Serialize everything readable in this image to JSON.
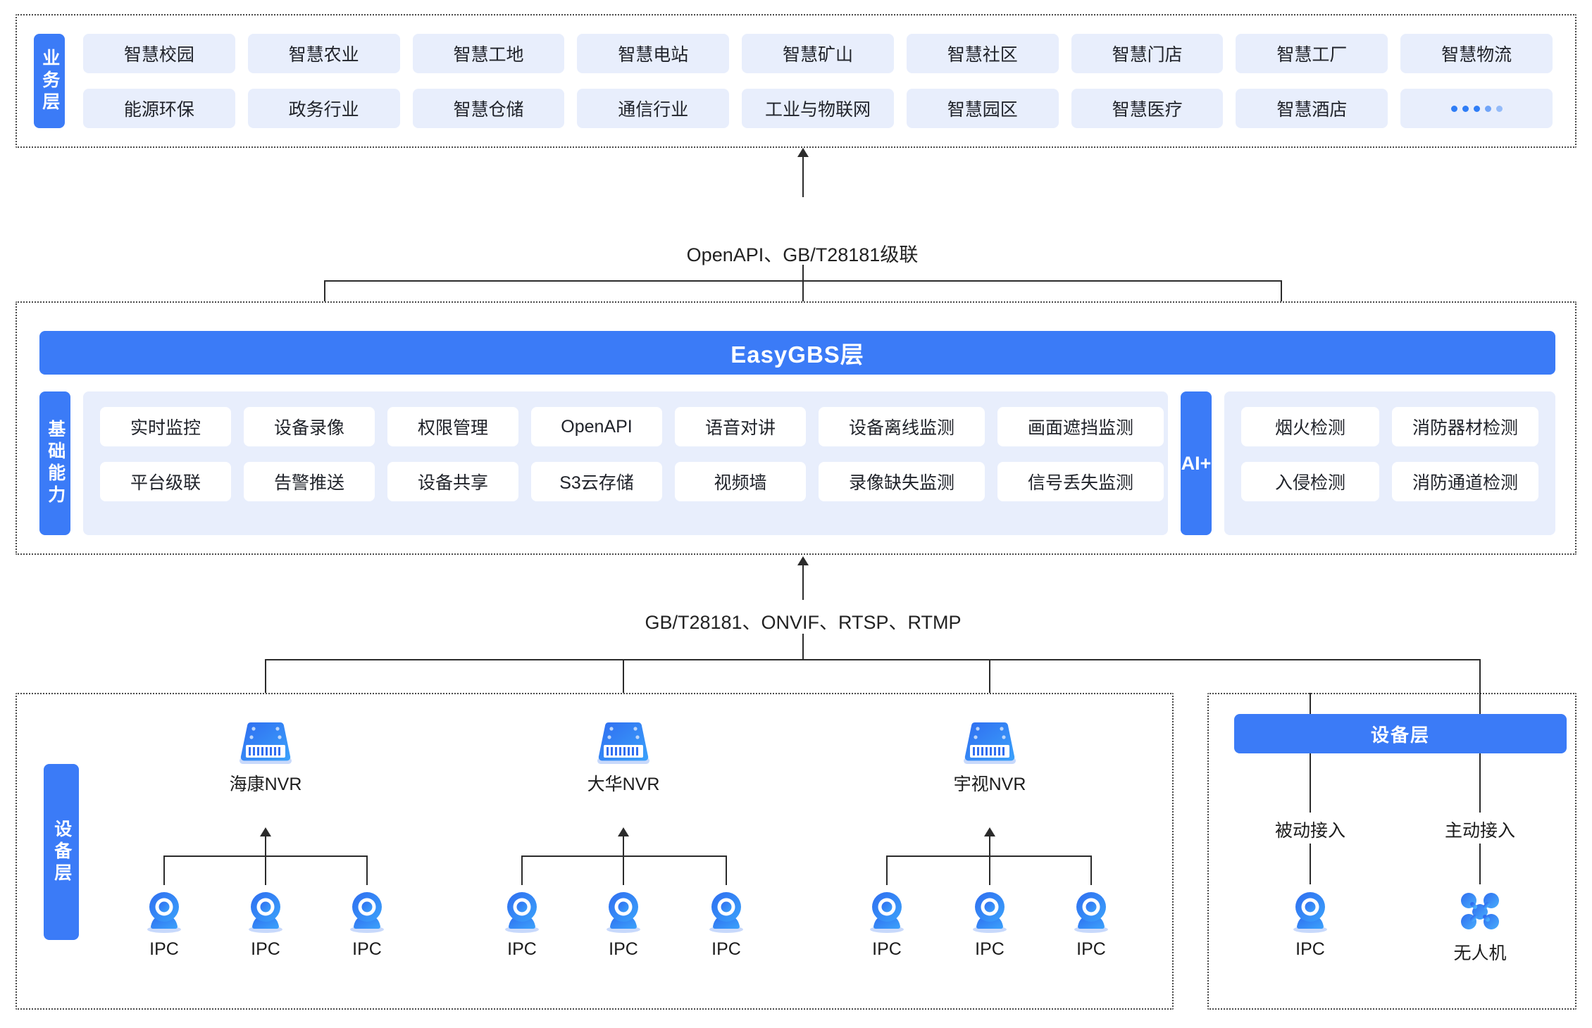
{
  "business_layer": {
    "side_label": "业务层",
    "row1": [
      "智慧校园",
      "智慧农业",
      "智慧工地",
      "智慧电站",
      "智慧矿山",
      "智慧社区",
      "智慧门店",
      "智慧工厂",
      "智慧物流"
    ],
    "row2": [
      "能源环保",
      "政务行业",
      "智慧仓储",
      "通信行业",
      "工业与物联网",
      "智慧园区",
      "智慧医疗",
      "智慧酒店",
      "…"
    ]
  },
  "connectors": {
    "business_to_gbs": "OpenAPI、GB/T28181级联",
    "gbs_to_device": "GB/T28181、ONVIF、RTSP、RTMP"
  },
  "gbs_layer": {
    "title": "EasyGBS层",
    "side_label": "基础能力",
    "capabilities_row1": [
      "实时监控",
      "设备录像",
      "权限管理",
      "OpenAPI",
      "语音对讲",
      "设备离线监测",
      "画面遮挡监测"
    ],
    "capabilities_row2": [
      "平台级联",
      "告警推送",
      "设备共享",
      "S3云存储",
      "视频墙",
      "录像缺失监测",
      "信号丢失监测"
    ],
    "ai": {
      "badge": "AI+",
      "row1": [
        "烟火检测",
        "消防器材检测"
      ],
      "row2": [
        "入侵检测",
        "消防通道检测"
      ]
    }
  },
  "device_layer": {
    "side_label": "设备层",
    "groups": [
      {
        "nvr": "海康NVR",
        "cameras": [
          "IPC",
          "IPC",
          "IPC"
        ]
      },
      {
        "nvr": "大华NVR",
        "cameras": [
          "IPC",
          "IPC",
          "IPC"
        ]
      },
      {
        "nvr": "宇视NVR",
        "cameras": [
          "IPC",
          "IPC",
          "IPC"
        ]
      }
    ],
    "right_panel": {
      "title": "设备层",
      "branches": [
        {
          "access": "被动接入",
          "device": "IPC",
          "icon": "ipc-camera-icon"
        },
        {
          "access": "主动接入",
          "device": "无人机",
          "icon": "drone-icon"
        }
      ]
    }
  },
  "colors": {
    "brand_blue": "#3b7bf7",
    "chip_bg": "#e8eefc",
    "line": "#2b2b2b"
  }
}
